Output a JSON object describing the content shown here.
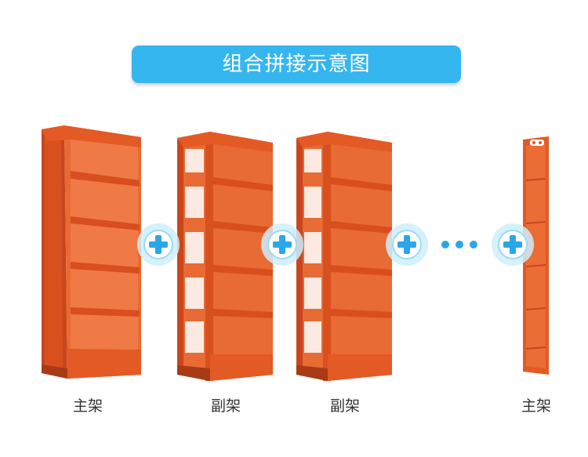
{
  "banner": {
    "title": "组合拼接示意图"
  },
  "shelves": [
    {
      "caption": "主架"
    },
    {
      "caption": "副架"
    },
    {
      "caption": "副架"
    },
    {
      "caption": "主架"
    }
  ],
  "connectors": [
    {
      "icon": "plus-icon"
    },
    {
      "icon": "plus-icon"
    },
    {
      "icon": "plus-icon"
    },
    {
      "icon": "plus-icon"
    }
  ],
  "ellipsis_icon": "ellipsis-icon",
  "colors": {
    "banner": "#36b6ee",
    "shelf": "#e45a24",
    "shelf_dark": "#b8401a",
    "plus": "#2aa7e8",
    "plus_halo": "#cdeefb"
  }
}
